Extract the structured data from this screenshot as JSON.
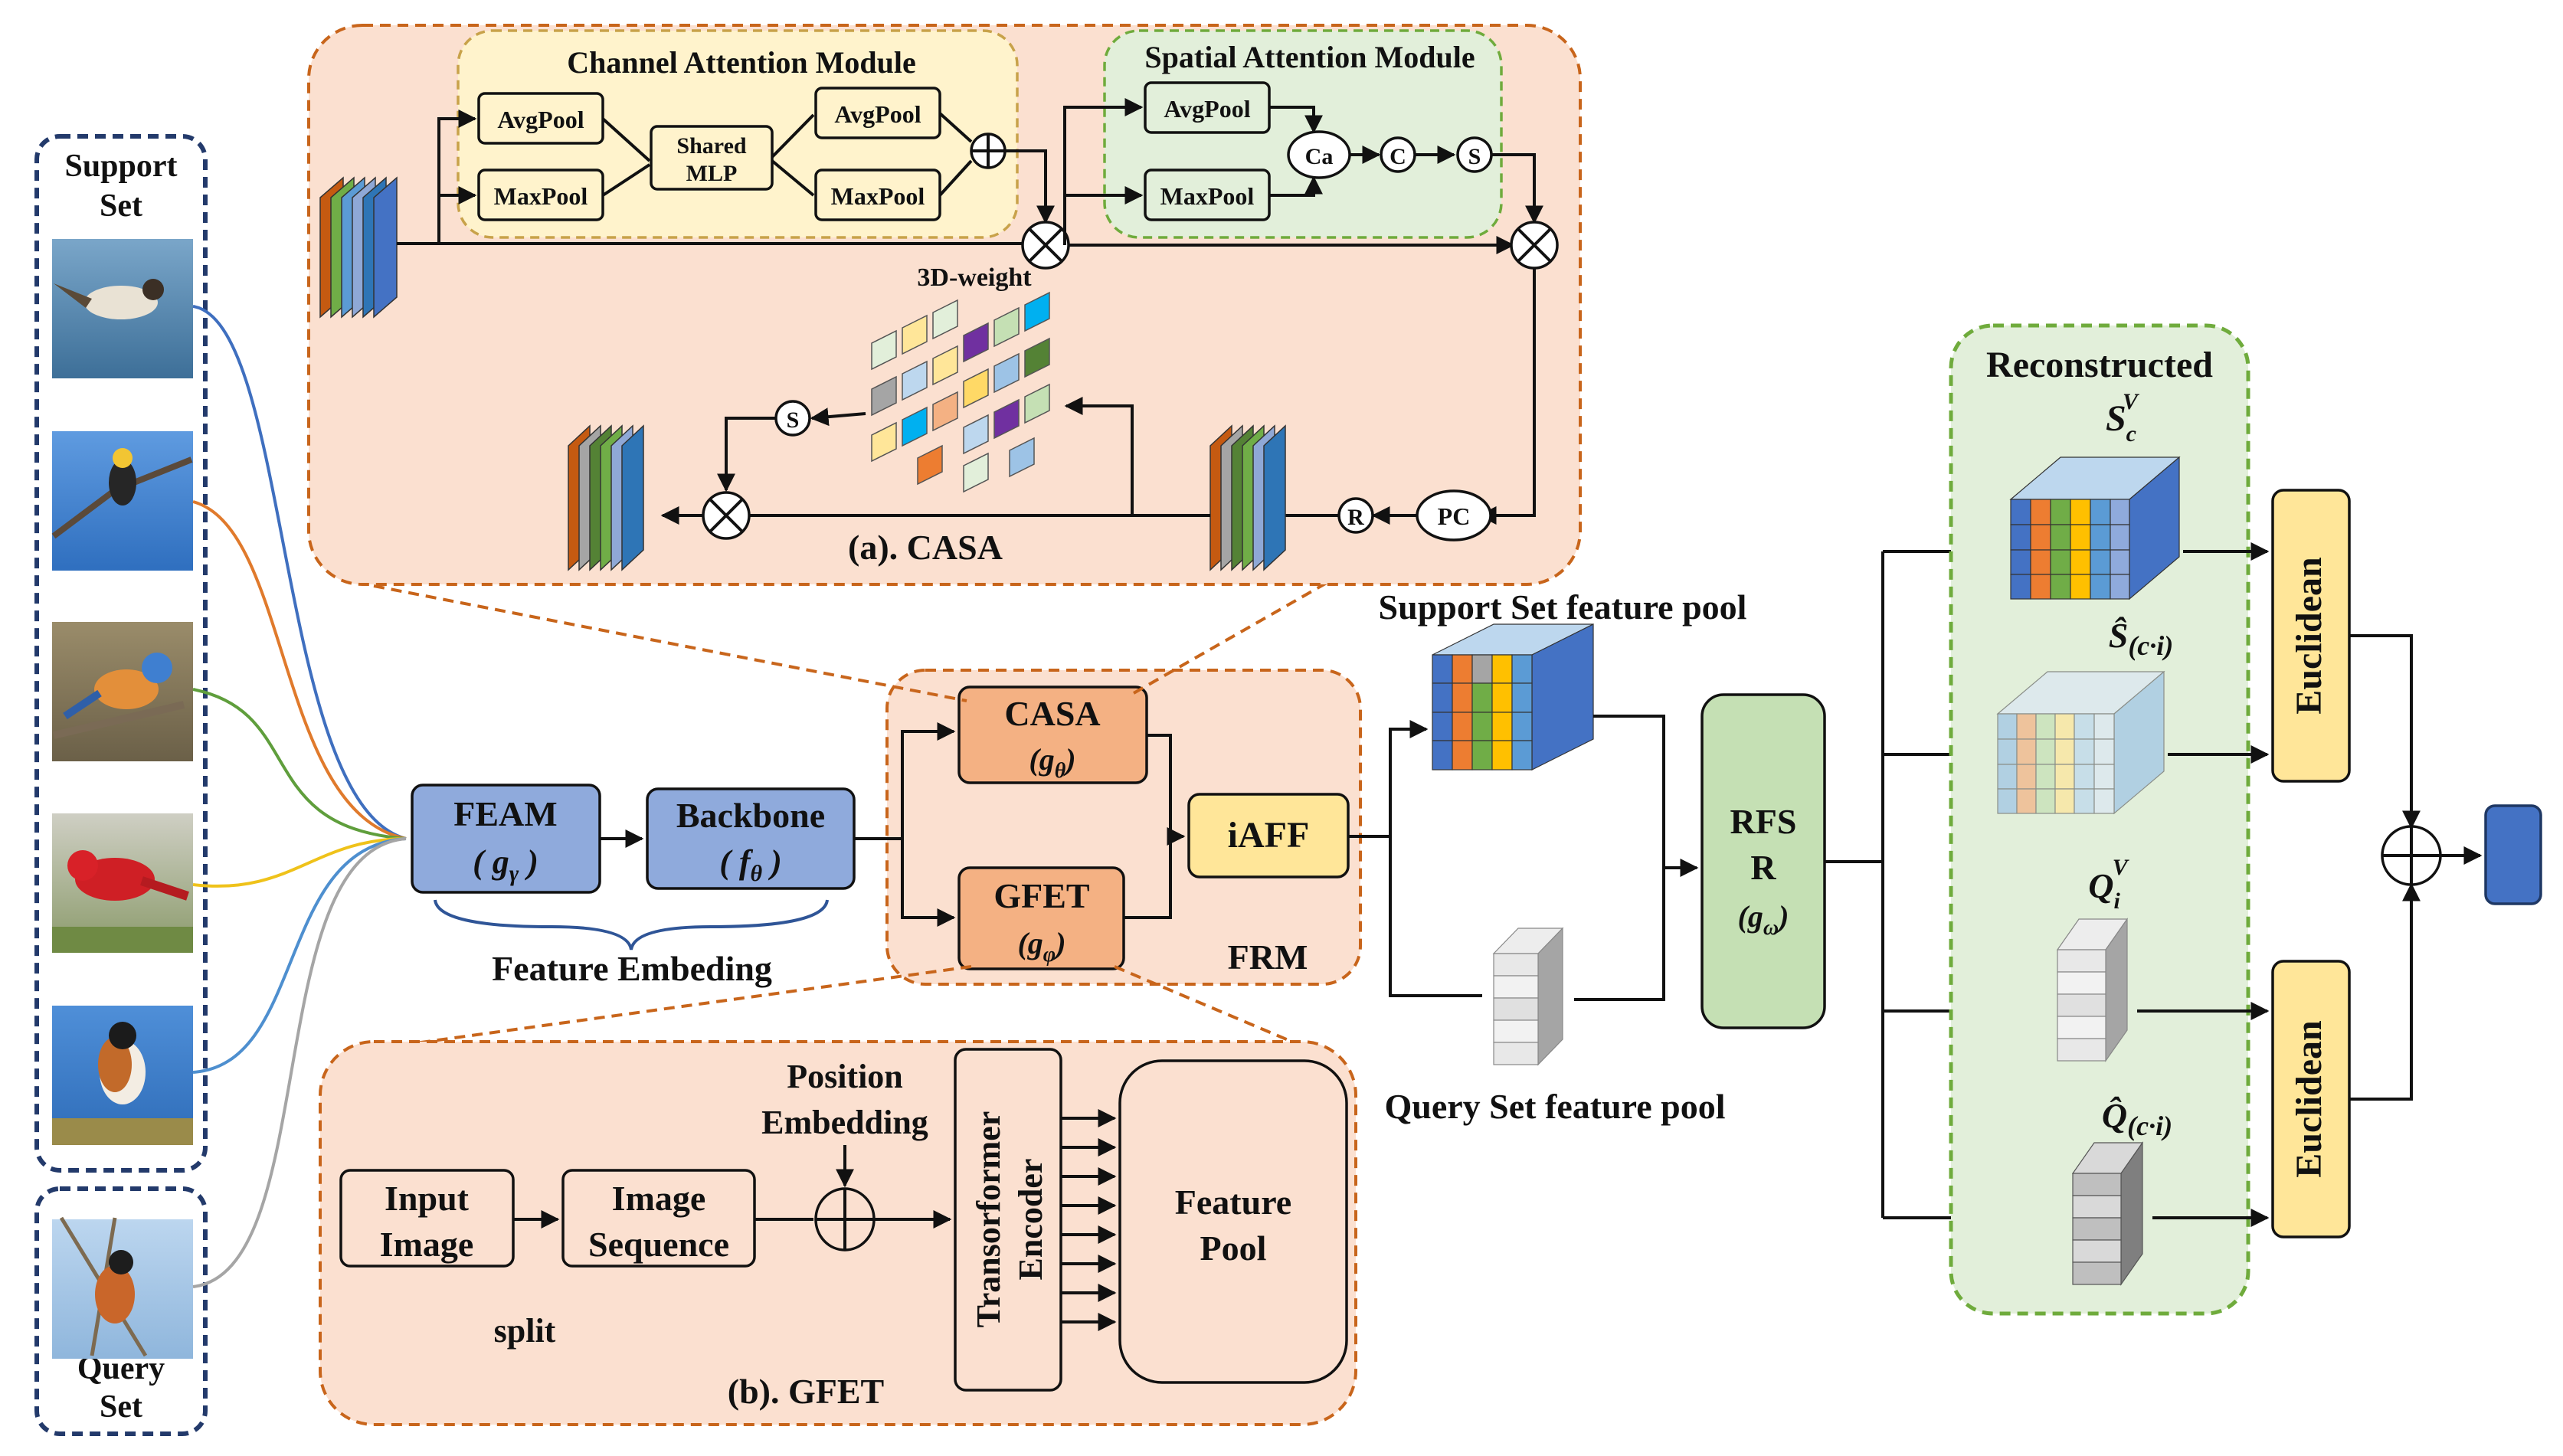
{
  "left": {
    "support_set": [
      "Support",
      "Set"
    ],
    "query_set": [
      "Query",
      "Set"
    ]
  },
  "casa": {
    "caption": "(a). CASA",
    "channel_title": "Channel Attention Module",
    "spatial_title": "Spatial Attention Module",
    "avgpool": "AvgPool",
    "maxpool": "MaxPool",
    "shared_mlp": [
      "Shared",
      "MLP"
    ],
    "ca": "Ca",
    "c": "C",
    "s": "S",
    "weight3d": "3D-weight",
    "pc": "PC",
    "r": "R"
  },
  "embedding": {
    "feam": "FEAM",
    "feam_sym": "( g",
    "feam_sub": "γ",
    "feam_close": " )",
    "backbone": "Backbone",
    "backbone_sym": "( f",
    "backbone_sub": "θ",
    "backbone_close": " )",
    "brace_label": "Feature Embeding"
  },
  "frm": {
    "label": "FRM",
    "casa": "CASA",
    "casa_sym": "(g",
    "casa_sub": "θ",
    "gfet": "GFET",
    "gfet_sym": "(g",
    "gfet_sub": "φ",
    "close": ")",
    "iaff": "iAFF"
  },
  "gfet": {
    "caption": "(b). GFET",
    "input_image": [
      "Input",
      "Image"
    ],
    "image_sequence": [
      "Image",
      "Sequence"
    ],
    "position_embedding": [
      "Position",
      "Embedding"
    ],
    "split": "split",
    "encoder": [
      "Transorformer",
      "Encoder"
    ],
    "feature_pool": [
      "Feature",
      "Pool"
    ]
  },
  "pools": {
    "support_pool": "Support Set feature pool",
    "query_pool": "Query Set feature pool"
  },
  "rfsr": {
    "line1": "RFS",
    "line2": "R",
    "sym": "(g",
    "sub": "ω",
    "close": ")"
  },
  "reconstructed": {
    "title": "Reconstructed",
    "s_main": "S",
    "s_sub": "c",
    "s_sup": "V",
    "s_hat": "Ŝ",
    "s_hat_sub": "(c·i)",
    "q_main": "Q",
    "q_sub": "i",
    "q_sup": "V",
    "q_hat": "Q̂",
    "q_hat_sub": "(c·i)"
  },
  "euclidean": "Euclidean",
  "colors": {
    "casa_panel": "#fbe0d0",
    "channel_panel": "#fff3cc",
    "spatial_panel": "#e2efda",
    "blue_box": "#8faadc",
    "orange_box": "#f4b183",
    "yellow_box": "#ffe699",
    "green_box": "#c5e0b4",
    "dark_blue": "#4472c4"
  }
}
